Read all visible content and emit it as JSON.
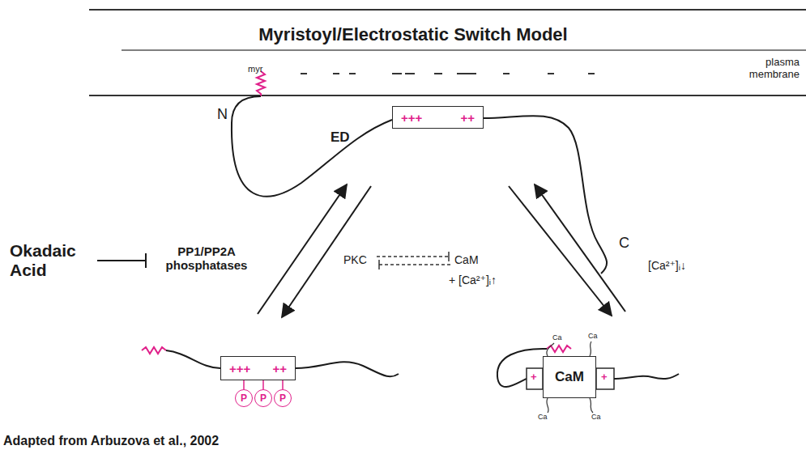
{
  "diagram": {
    "title": "Myristoyl/Electrostatic Switch Model",
    "caption": "Adapted from Arbuzova et al., 2002",
    "nodes": [
      {
        "text": [
          "+++",
          "++"
        ]
      },
      {
        "text": [
          "+++",
          "++"
        ]
      },
      {
        "text": [
          "P"
        ]
      },
      {
        "text": [
          "P"
        ]
      },
      {
        "text": [
          "P"
        ]
      },
      {
        "text": [
          "CaM"
        ]
      }
    ],
    "labels": [
      "myr",
      "plasma membrane",
      "N",
      "ED",
      "C",
      "Okadaic Acid",
      "PP1/PP2A phosphatases",
      "PKC",
      "CaM",
      "+ [Ca²⁺]ᵢ↑",
      "[Ca²⁺]ᵢ↓",
      "+",
      "+",
      "Ca",
      "Ca",
      "Ca",
      "Ca"
    ]
  }
}
